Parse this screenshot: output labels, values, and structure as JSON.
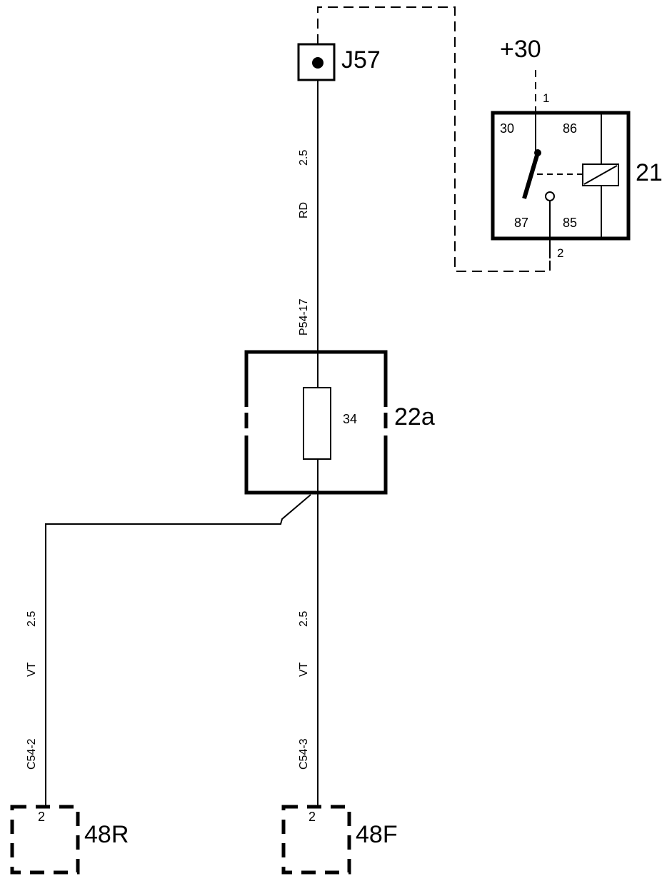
{
  "colors": {
    "ink": "#000000",
    "background": "#ffffff"
  },
  "connector_j57": {
    "label": "J57"
  },
  "supply": {
    "label": "+30"
  },
  "relay_21": {
    "label": "21",
    "pin_top": "1",
    "pin_bottom": "2",
    "terminals": {
      "t30": "30",
      "t86": "86",
      "t87": "87",
      "t85": "85"
    }
  },
  "wire_top": {
    "size": "2.5",
    "color": "RD",
    "connector": "P54-17"
  },
  "fuse_box": {
    "label": "22a",
    "fuse_number": "34"
  },
  "wire_left": {
    "size": "2.5",
    "color": "VT",
    "connector": "C54-2"
  },
  "wire_right": {
    "size": "2.5",
    "color": "VT",
    "connector": "C54-3"
  },
  "component_48r": {
    "label": "48R",
    "pin": "2"
  },
  "component_48f": {
    "label": "48F",
    "pin": "2"
  }
}
